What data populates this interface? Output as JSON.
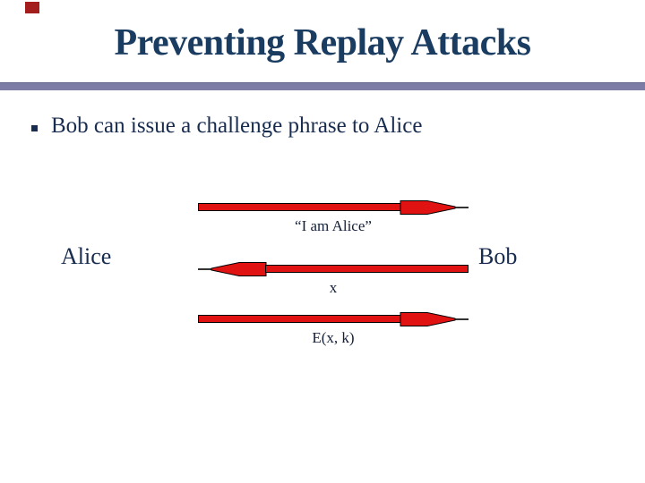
{
  "slide": {
    "title": "Preventing Replay Attacks",
    "bullet": "Bob can issue a challenge phrase to Alice"
  },
  "diagram": {
    "actors": {
      "left": "Alice",
      "right": "Bob"
    },
    "messages": [
      {
        "label": "“I am Alice”",
        "direction": "right"
      },
      {
        "label": "x",
        "direction": "left"
      },
      {
        "label": "E(x, k)",
        "direction": "right"
      }
    ]
  },
  "colors": {
    "title": "#1a3c60",
    "text": "#182c4f",
    "label": "#14203a",
    "arrow": "#e11212",
    "divider": "#7c7ca6",
    "marker": "#a31d1d"
  }
}
